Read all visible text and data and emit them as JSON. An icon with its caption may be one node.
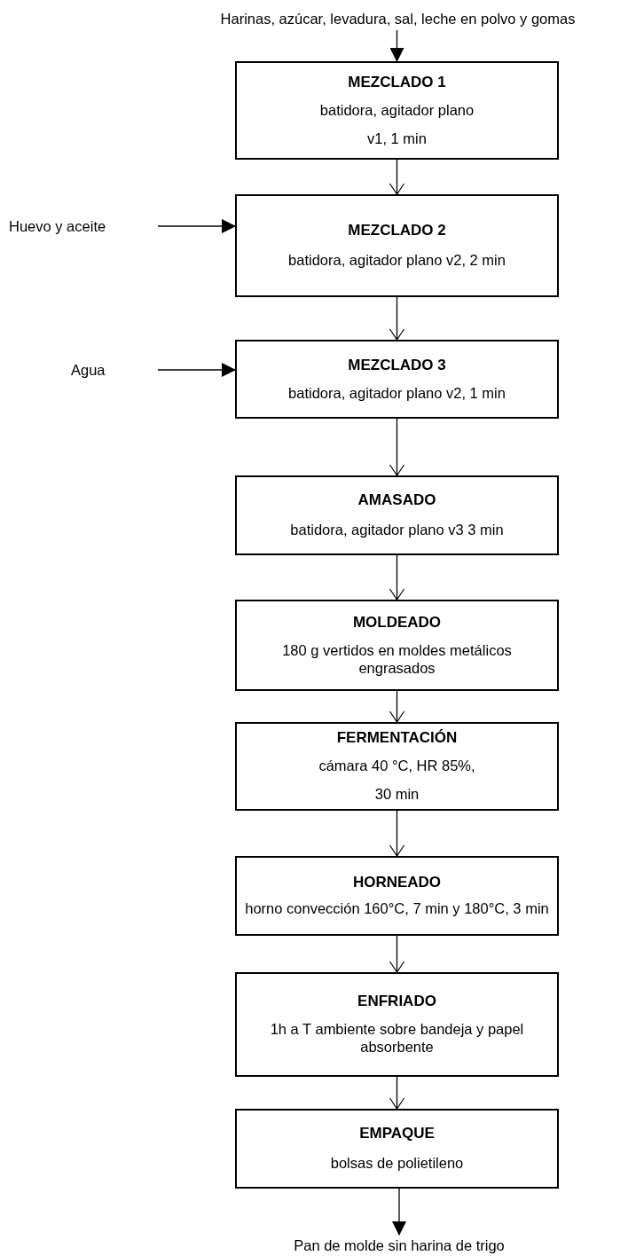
{
  "diagram": {
    "nodes": [
      {
        "text": [
          "Harinas, azúcar, levadura, sal, leche en polvo y gomas"
        ]
      },
      {
        "text": [
          "MEZCLADO 1",
          "batidora, agitador plano",
          "v1, 1 min"
        ]
      },
      {
        "text": [
          "Huevo y aceite"
        ]
      },
      {
        "text": [
          "MEZCLADO 2",
          "batidora, agitador plano v2, 2 min"
        ]
      },
      {
        "text": [
          "Agua"
        ]
      },
      {
        "text": [
          "MEZCLADO 3",
          "batidora, agitador plano v2, 1 min"
        ]
      },
      {
        "text": [
          "AMASADO",
          "batidora, agitador plano v3 3 min"
        ]
      },
      {
        "text": [
          "MOLDEADO",
          "180 g vertidos en moldes metálicos engrasados"
        ]
      },
      {
        "text": [
          "FERMENTACIÓN",
          "cámara 40 °C, HR 85%,",
          "30 min"
        ]
      },
      {
        "text": [
          "HORNEADO",
          "horno convección 160°C, 7 min y 180°C, 3 min"
        ]
      },
      {
        "text": [
          "ENFRIADO",
          "1h a T ambiente sobre bandeja y papel absorbente"
        ]
      },
      {
        "text": [
          "EMPAQUE",
          "bolsas de polietileno"
        ]
      },
      {
        "text": [
          "Pan de molde sin harina de trigo"
        ]
      }
    ],
    "edges": [
      {
        "from": 0,
        "to": 1,
        "arrow": "to"
      },
      {
        "from": 1,
        "to": 3,
        "arrow": "to"
      },
      {
        "from": 2,
        "to": 3,
        "arrow": "to"
      },
      {
        "from": 3,
        "to": 5,
        "arrow": "to"
      },
      {
        "from": 4,
        "to": 5,
        "arrow": "to"
      },
      {
        "from": 5,
        "to": 6,
        "arrow": "to"
      },
      {
        "from": 6,
        "to": 7,
        "arrow": "to"
      },
      {
        "from": 7,
        "to": 8,
        "arrow": "to"
      },
      {
        "from": 8,
        "to": 9,
        "arrow": "to"
      },
      {
        "from": 9,
        "to": 10,
        "arrow": "to"
      },
      {
        "from": 10,
        "to": 11,
        "arrow": "to"
      },
      {
        "from": 11,
        "to": 12,
        "arrow": "to"
      }
    ]
  }
}
